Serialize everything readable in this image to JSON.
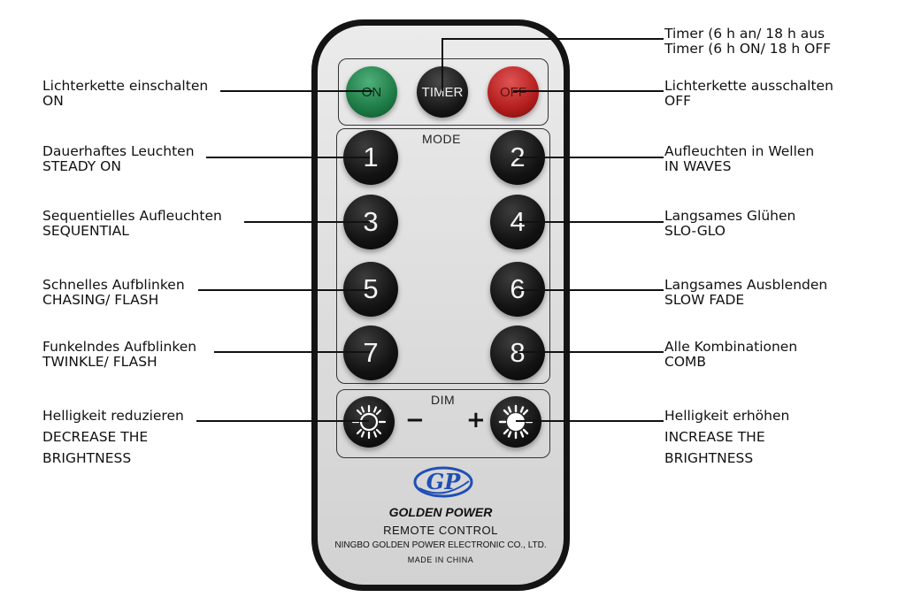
{
  "callouts": {
    "on": {
      "de": "Lichterkette einschalten",
      "en": "ON"
    },
    "timer": {
      "de": "Timer (6 h an/ 18 h aus",
      "en": "Timer (6 h ON/ 18 h OFF"
    },
    "off": {
      "de": "Lichterkette ausschalten",
      "en": "OFF"
    },
    "mode1": {
      "de": "Dauerhaftes Leuchten",
      "en": "STEADY ON"
    },
    "mode2": {
      "de": "Aufleuchten in Wellen",
      "en": "IN WAVES"
    },
    "mode3": {
      "de": "Sequentielles Aufleuchten",
      "en": "SEQUENTIAL"
    },
    "mode4": {
      "de": "Langsames Glühen",
      "en": "SLO-GLO"
    },
    "mode5": {
      "de": "Schnelles Aufblinken",
      "en": "CHASING/ FLASH"
    },
    "mode6": {
      "de": "Langsames Ausblenden",
      "en": "SLOW FADE"
    },
    "mode7": {
      "de": "Funkelndes Aufblinken",
      "en": "TWINKLE/ FLASH"
    },
    "mode8": {
      "de": "Alle Kombinationen",
      "en": "COMB"
    },
    "dim_minus": {
      "de": "Helligkeit reduzieren",
      "en1": "DECREASE THE",
      "en2": "BRIGHTNESS"
    },
    "dim_plus": {
      "de": "Helligkeit erhöhen",
      "en1": "INCREASE THE",
      "en2": "BRIGHTNESS"
    }
  },
  "remote": {
    "buttons": {
      "on": "ON",
      "timer": "TIMER",
      "off": "OFF"
    },
    "mode_label": "MODE",
    "mode_buttons": [
      "1",
      "2",
      "3",
      "4",
      "5",
      "6",
      "7",
      "8"
    ],
    "dim_label": "DIM",
    "minus": "−",
    "plus": "+",
    "logo": "GP",
    "brand_name": "GOLDEN POWER",
    "product": "REMOTE CONTROL",
    "manufacturer": "NINGBO GOLDEN POWER ELECTRONIC CO., LTD.",
    "origin": "MADE IN CHINA"
  },
  "colors": {
    "on": "#1d7a45",
    "off": "#b31d1d",
    "body": "#141414",
    "logo_blue": "#1f4fb5"
  },
  "icons": {
    "dim_minus": "sun-outline-icon",
    "dim_plus": "sun-filled-icon"
  }
}
